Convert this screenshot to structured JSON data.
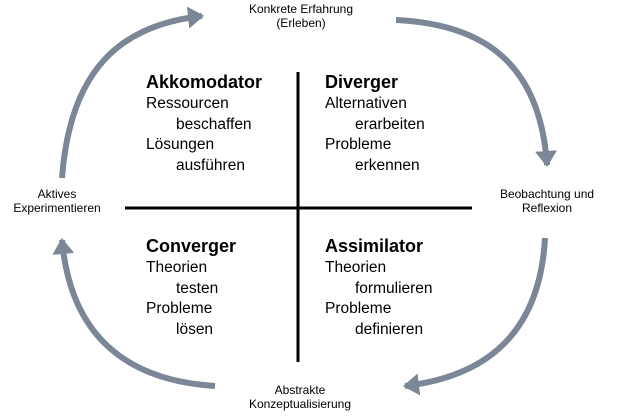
{
  "nodes": {
    "top": {
      "lines": [
        "Konkrete Erfahrung",
        "(Erleben)"
      ]
    },
    "right": {
      "lines": [
        "Beobachtung und",
        "Reflexion"
      ]
    },
    "bottom": {
      "lines": [
        "Abstrakte",
        "Konzeptualisierung"
      ]
    },
    "left": {
      "lines": [
        "Aktives",
        "Experimentieren"
      ]
    }
  },
  "quadrants": {
    "top_left": {
      "title": "Akkomodator",
      "lines": [
        "Ressourcen",
        "beschaffen",
        "Lösungen",
        "ausführen"
      ]
    },
    "top_right": {
      "title": "Diverger",
      "lines": [
        "Alternativen",
        "erarbeiten",
        "Probleme",
        "erkennen"
      ]
    },
    "bottom_left": {
      "title": "Converger",
      "lines": [
        "Theorien",
        "testen",
        "Probleme",
        "lösen"
      ]
    },
    "bottom_right": {
      "title": "Assimilator",
      "lines": [
        "Theorien",
        "formulieren",
        "Probleme",
        "definieren"
      ]
    }
  },
  "colors": {
    "arrow": "#7b8797",
    "axis": "#000000",
    "text": "#000000"
  },
  "icons": {
    "arrowheads": "cycle-arrow-head"
  }
}
